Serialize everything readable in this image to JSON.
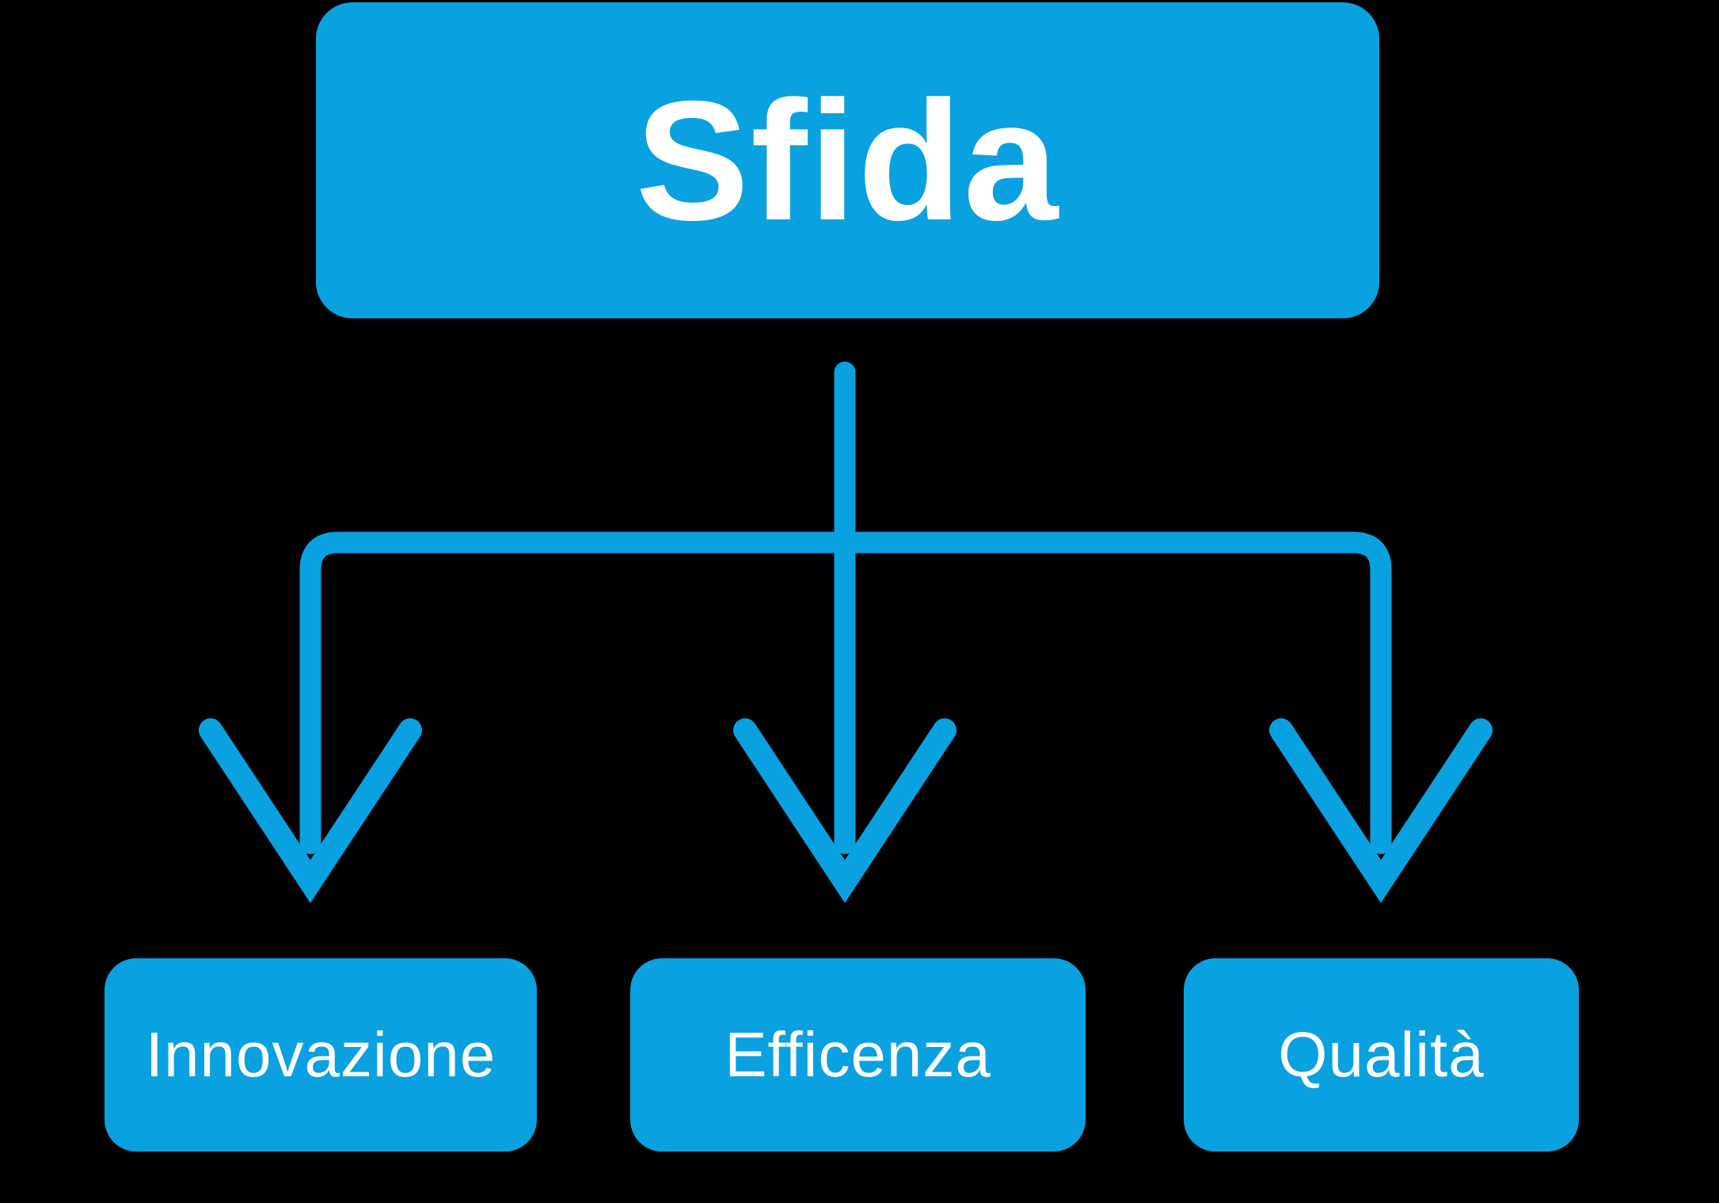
{
  "colors": {
    "background": "#000000",
    "accent": "#0aa1e0",
    "text": "#ffffff"
  },
  "diagram": {
    "type": "top-down-branching-flow",
    "root": {
      "label": "Sfida"
    },
    "connector": {
      "shape": "one-to-three-branch",
      "arrowheads": "chevron-down"
    },
    "children": [
      {
        "label": "Innovazione"
      },
      {
        "label": "Efficenza"
      },
      {
        "label": "Qualità"
      }
    ]
  }
}
